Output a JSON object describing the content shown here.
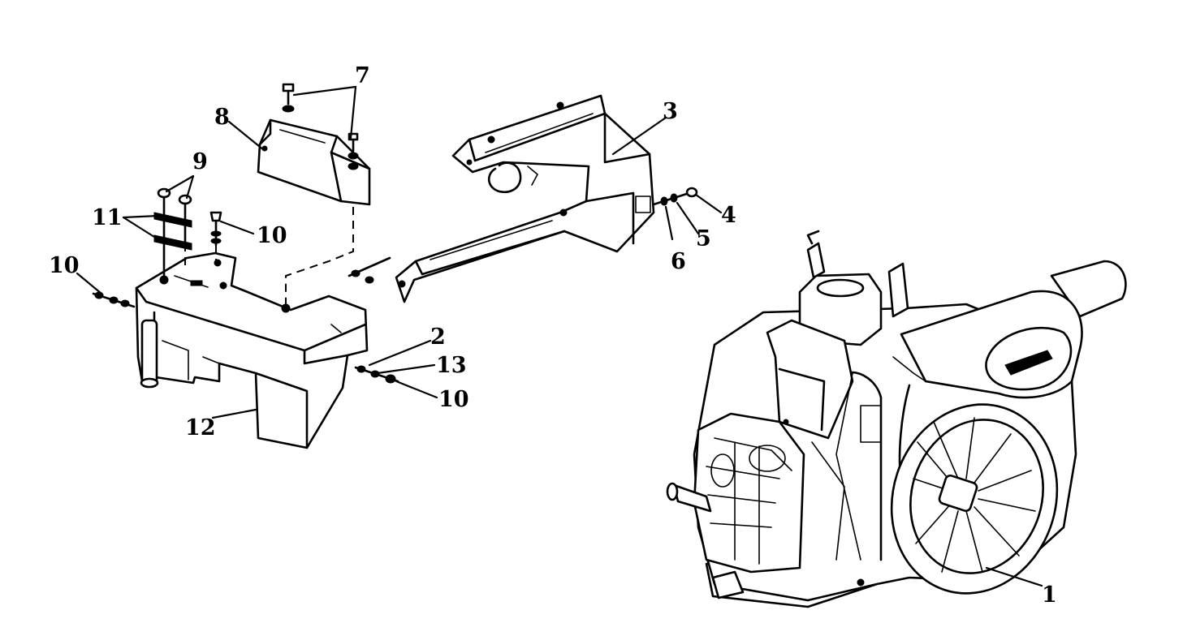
{
  "callouts": [
    {
      "id": "c7",
      "text": "7"
    },
    {
      "id": "c8",
      "text": "8"
    },
    {
      "id": "c3",
      "text": "3"
    },
    {
      "id": "c9",
      "text": "9"
    },
    {
      "id": "c11",
      "text": "11"
    },
    {
      "id": "c10a",
      "text": "10"
    },
    {
      "id": "c10b",
      "text": "10"
    },
    {
      "id": "c4",
      "text": "4"
    },
    {
      "id": "c5",
      "text": "5"
    },
    {
      "id": "c6",
      "text": "6"
    },
    {
      "id": "c2",
      "text": "2"
    },
    {
      "id": "c13",
      "text": "13"
    },
    {
      "id": "c10c",
      "text": "10"
    },
    {
      "id": "c12",
      "text": "12"
    },
    {
      "id": "c1",
      "text": "1"
    }
  ]
}
